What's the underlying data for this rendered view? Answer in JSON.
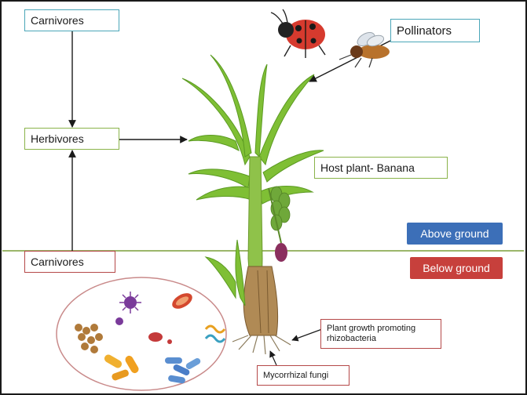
{
  "labels": {
    "carnivores_top": "Carnivores",
    "herbivores": "Herbivores",
    "pollinators": "Pollinators",
    "host_plant": "Host plant- Banana",
    "carnivores_bottom": "Carnivores",
    "above_ground": "Above ground",
    "below_ground": "Below ground",
    "pgpr": "Plant growth promoting rhizobacteria",
    "mycorrhizal": "Mycorrhizal fungi"
  },
  "colors": {
    "above_ground": "#3c6fb8",
    "below_ground": "#c7403c",
    "ground_line": "#9bb66a",
    "teal_border": "#4aa6b8",
    "green_border": "#8ab34a",
    "red_border": "#b54848"
  },
  "icons": [
    "ladybug-icon",
    "fly-icon",
    "banana-plant-icon",
    "microbe-cluster-icon",
    "roots-icon"
  ]
}
